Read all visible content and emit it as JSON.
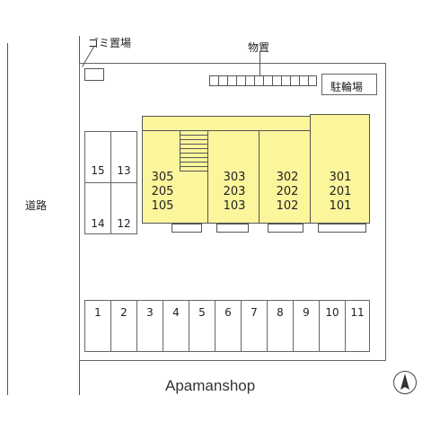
{
  "labels": {
    "garbage": "ゴミ置場",
    "storage": "物置",
    "bicycle": "駐輪場",
    "road": "道路",
    "brand": "Apamanshop"
  },
  "units": {
    "col1": [
      "305",
      "205",
      "105"
    ],
    "col2": [
      "303",
      "203",
      "103"
    ],
    "col3": [
      "302",
      "202",
      "102"
    ],
    "col4": [
      "301",
      "201",
      "101"
    ]
  },
  "parking_left": [
    "15",
    "13",
    "14",
    "12"
  ],
  "parking_bottom": [
    "1",
    "2",
    "3",
    "4",
    "5",
    "6",
    "7",
    "8",
    "9",
    "10",
    "11"
  ],
  "icons": {
    "north": "north-arrow-icon"
  }
}
